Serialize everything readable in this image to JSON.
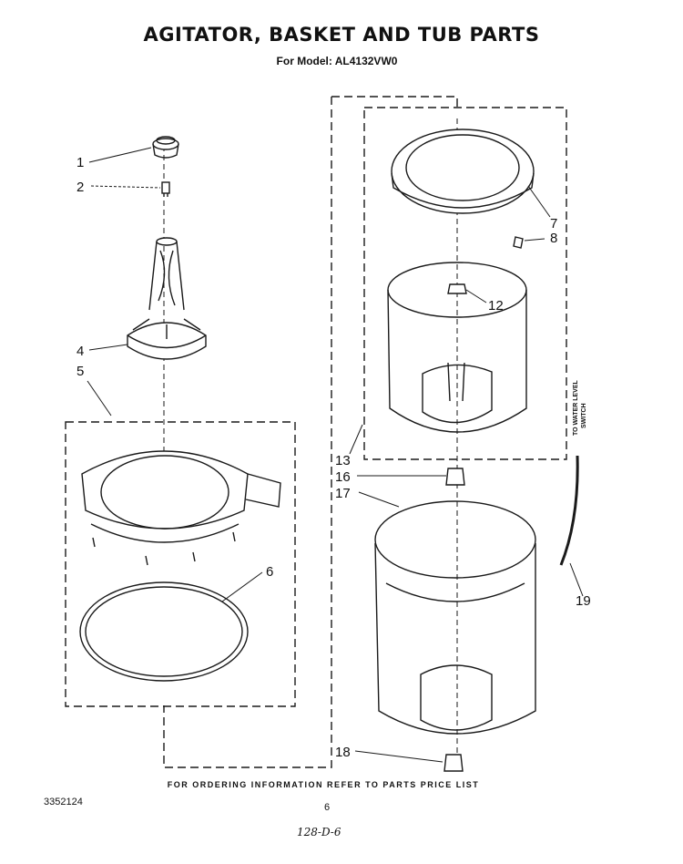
{
  "header": {
    "title": "AGITATOR, BASKET AND TUB PARTS",
    "subtitle": "For Model: AL4132VW0"
  },
  "callouts": [
    {
      "id": "1",
      "label": "1"
    },
    {
      "id": "2",
      "label": "2"
    },
    {
      "id": "4",
      "label": "4"
    },
    {
      "id": "5",
      "label": "5"
    },
    {
      "id": "6",
      "label": "6"
    },
    {
      "id": "7",
      "label": "7"
    },
    {
      "id": "8",
      "label": "8"
    },
    {
      "id": "12",
      "label": "12"
    },
    {
      "id": "13",
      "label": "13"
    },
    {
      "id": "16",
      "label": "16"
    },
    {
      "id": "17",
      "label": "17"
    },
    {
      "id": "18",
      "label": "18"
    },
    {
      "id": "19",
      "label": "19"
    }
  ],
  "side_note": {
    "line1": "TO WATER LEVEL",
    "line2": "SWITCH"
  },
  "footer": {
    "ordering_note": "FOR ORDERING INFORMATION REFER TO PARTS PRICE LIST",
    "doc_number": "3352124",
    "page_number": "6",
    "handwritten": "128-D-6"
  }
}
